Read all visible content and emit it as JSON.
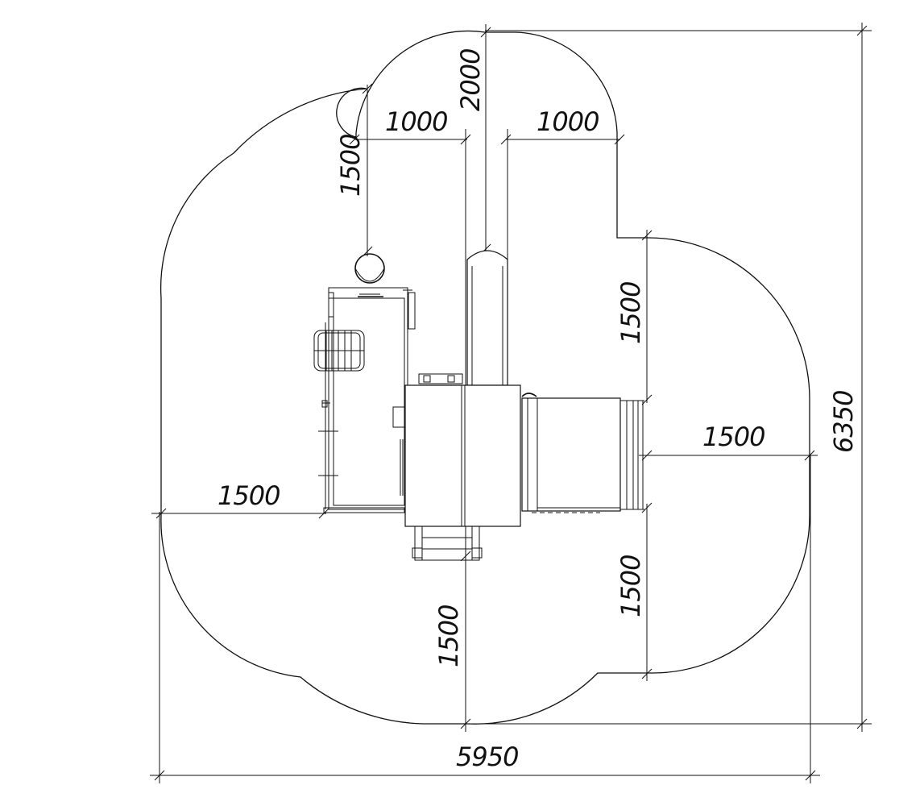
{
  "diagram": {
    "dimensions": {
      "top_left_width": "1000",
      "top_right_width": "1000",
      "top_height": "2000",
      "left_ring_height": "1500",
      "right_upper_height": "1500",
      "right_width": "1500",
      "right_lower_height": "1500",
      "left_width": "1500",
      "bottom_height": "1500",
      "total_width": "5950",
      "total_height": "6350"
    },
    "colors": {
      "line": "#111111",
      "background": "#ffffff"
    }
  }
}
